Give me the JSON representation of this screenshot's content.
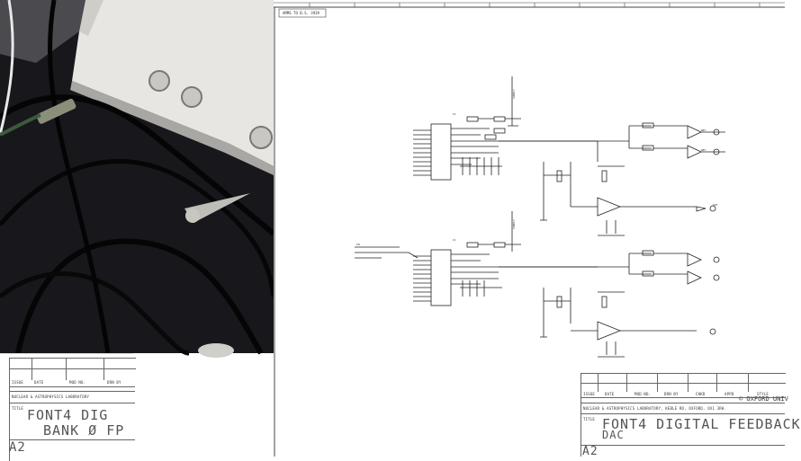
{
  "sheet_note": "AMMS TO B.S. 3939",
  "title_block_left": {
    "headers": [
      "ISSUE",
      "DATE",
      "MOD NO.",
      "DRN BY"
    ],
    "lab": "NUCLEAR & ASTROPHYSICS LABORATORY",
    "title_label": "TITLE",
    "title_line1": "FONT4 DIG",
    "title_line2": "BANK Ø FP",
    "size_code": "A2"
  },
  "title_block_right": {
    "headers": [
      "ISSUE",
      "DATE",
      "MOD NO.",
      "DRN BY",
      "CHKD",
      "APPD",
      "STYLE"
    ],
    "copyright": "© OXFORD UNIV",
    "lab": "NUCLEAR & ASTROPHYSICS LABORATORY, KEBLE RD, OXFORD, OX1 3RH.",
    "title_label": "TITLE",
    "title_line1": "FONT4 DIGITAL FEEDBACK",
    "title_line2": "DAC",
    "size_code": "A2"
  }
}
